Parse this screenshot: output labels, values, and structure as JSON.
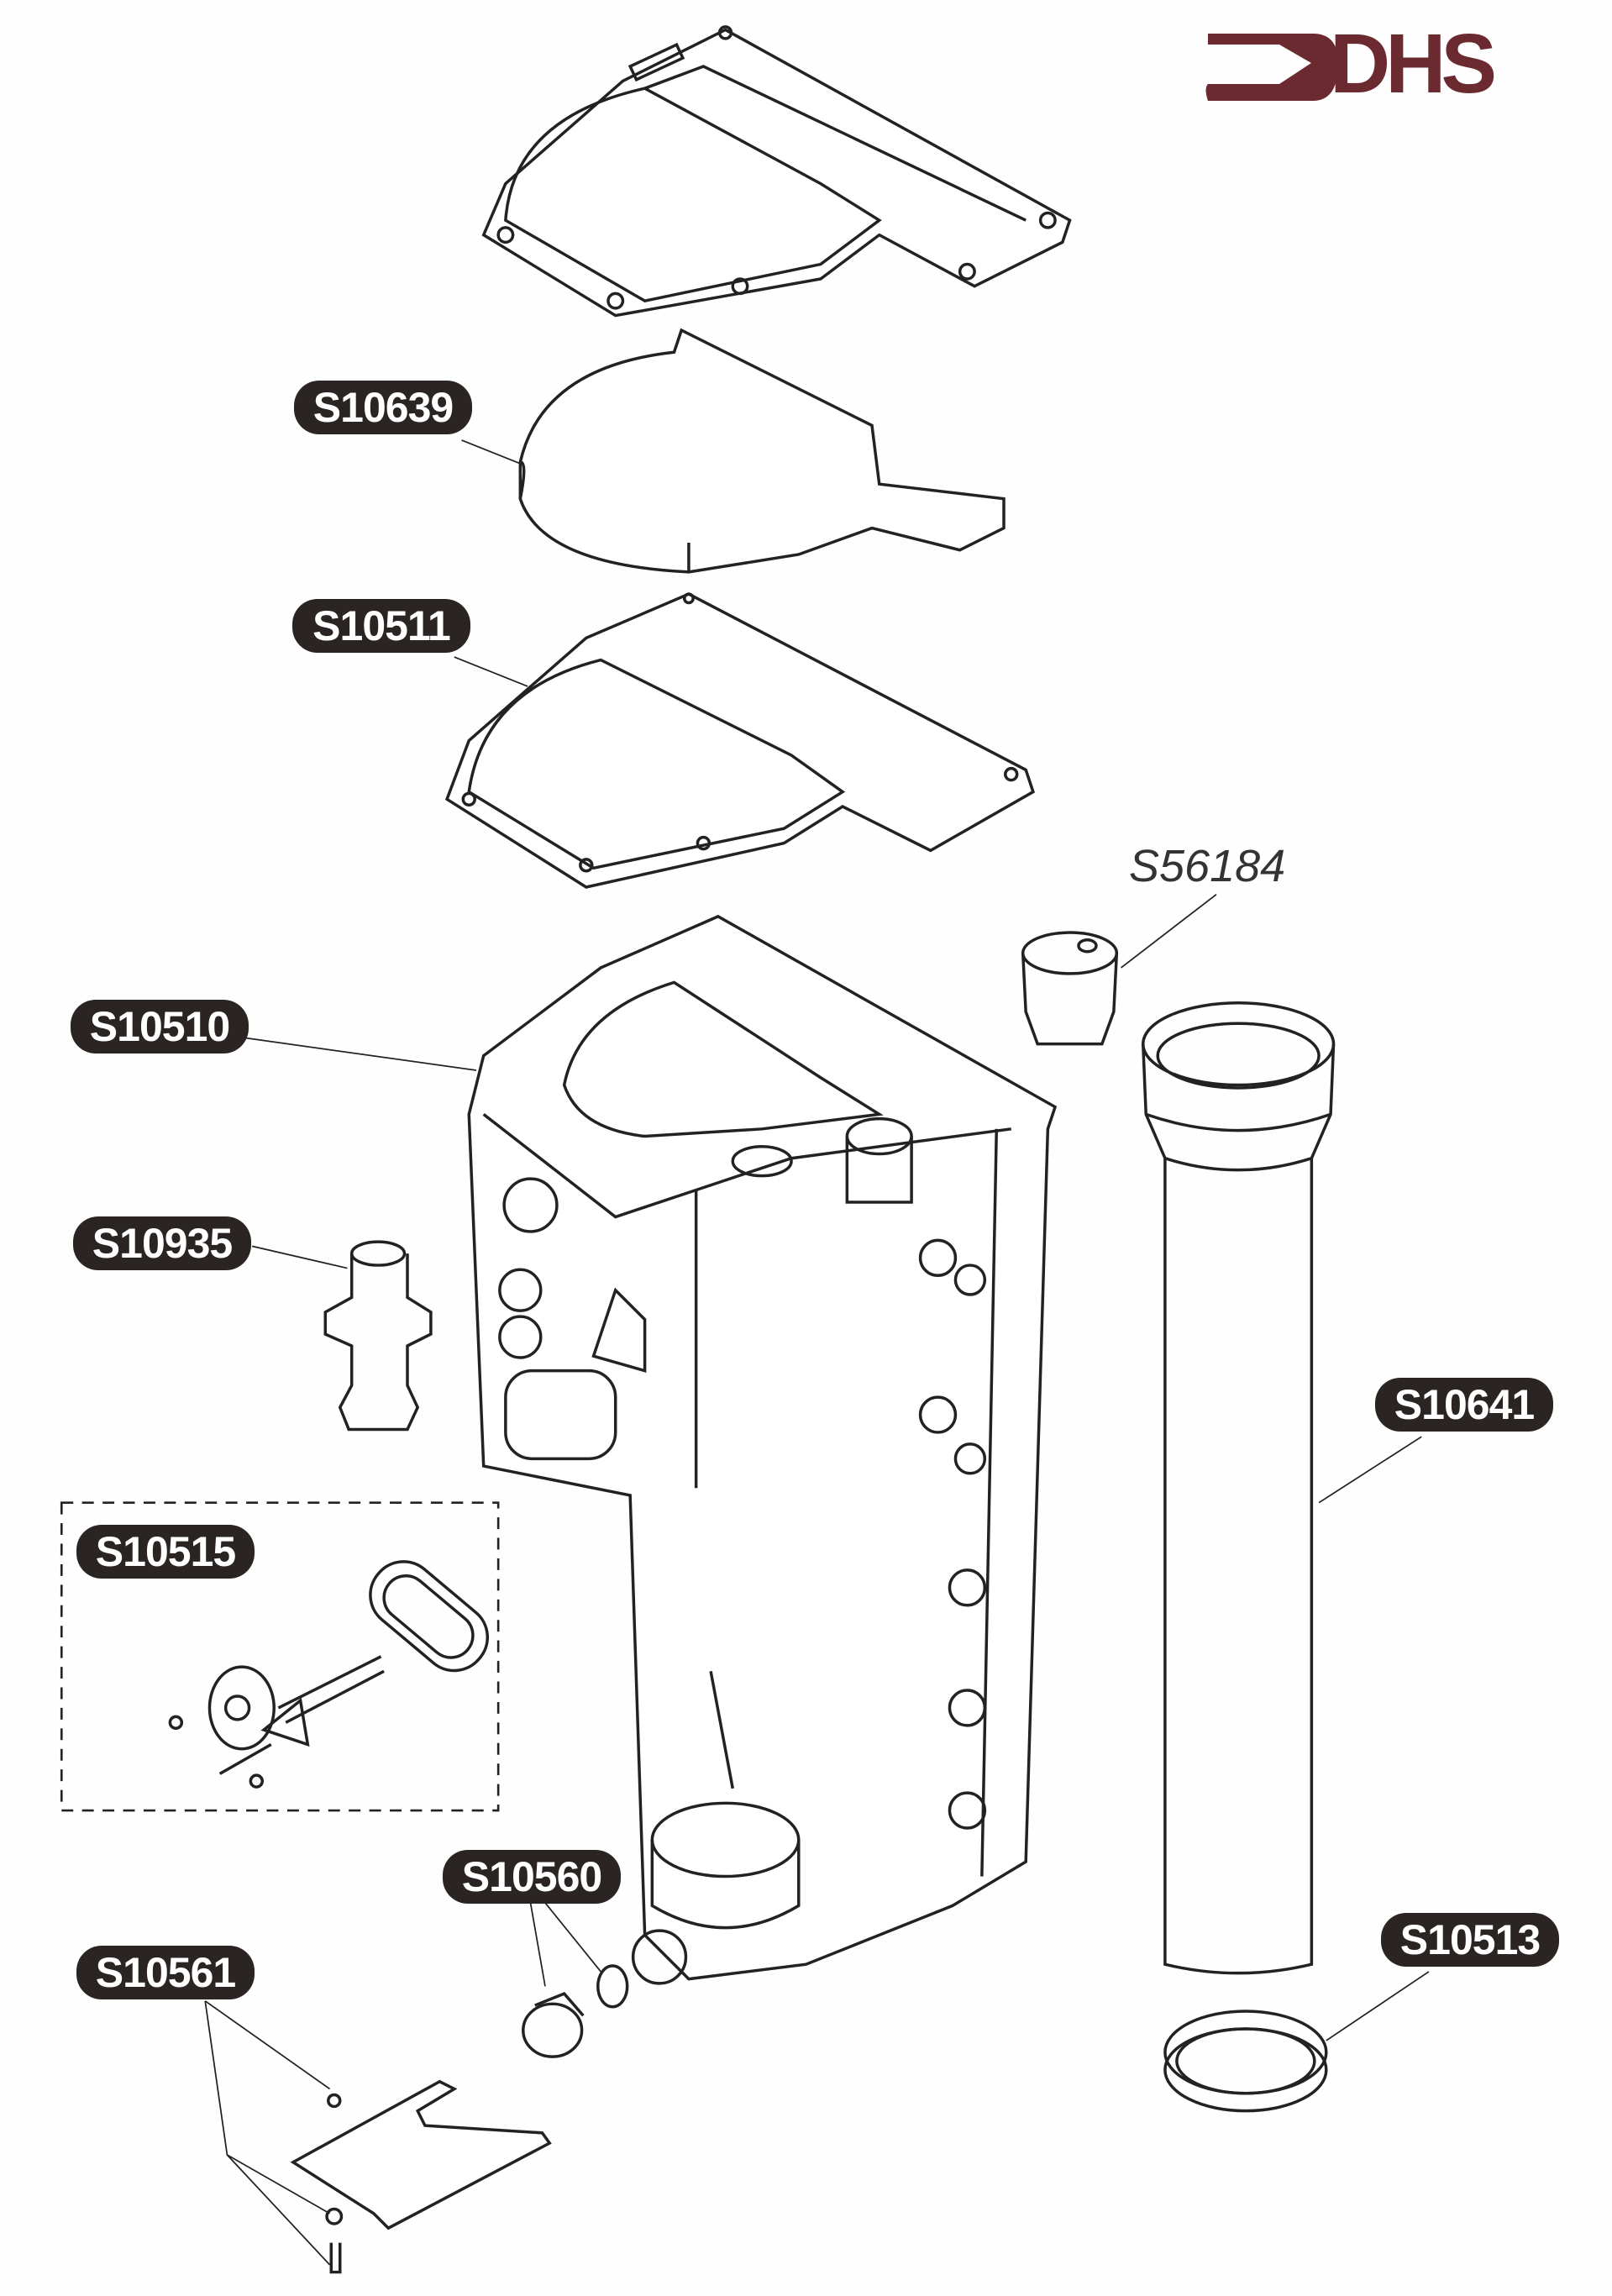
{
  "logo": {
    "text": "DHS",
    "color": "#6b2a30"
  },
  "labels": {
    "s10639": "S10639",
    "s10511": "S10511",
    "s56184": "S56184",
    "s10510": "S10510",
    "s10935": "S10935",
    "s10515": "S10515",
    "s10641": "S10641",
    "s10560": "S10560",
    "s10513": "S10513",
    "s10561": "S10561"
  }
}
